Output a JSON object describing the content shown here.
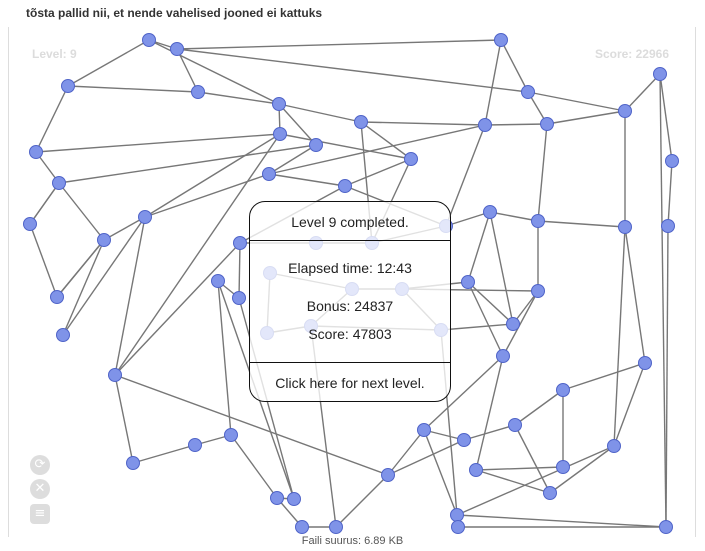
{
  "instruction": "tõsta pallid nii, et nende vahelised jooned ei kattuks",
  "level_label": "Level: 9",
  "score_label": "Score: 22966",
  "dialog": {
    "completed": "Level 9 completed.",
    "elapsed": "Elapsed time: 12:43",
    "bonus": "Bonus: 24837",
    "score": "Score: 47803",
    "next": "Click here for next level."
  },
  "controls": [
    {
      "name": "refresh-icon",
      "glyph": "⟳"
    },
    {
      "name": "close-icon",
      "glyph": "✕"
    },
    {
      "name": "info-icon",
      "glyph": "≡"
    }
  ],
  "footer": "Faili suurus: 6.89 KB",
  "colors": {
    "node_fill": "#7f93e8",
    "node_stroke": "#4f63c8",
    "edge": "#777777"
  }
}
